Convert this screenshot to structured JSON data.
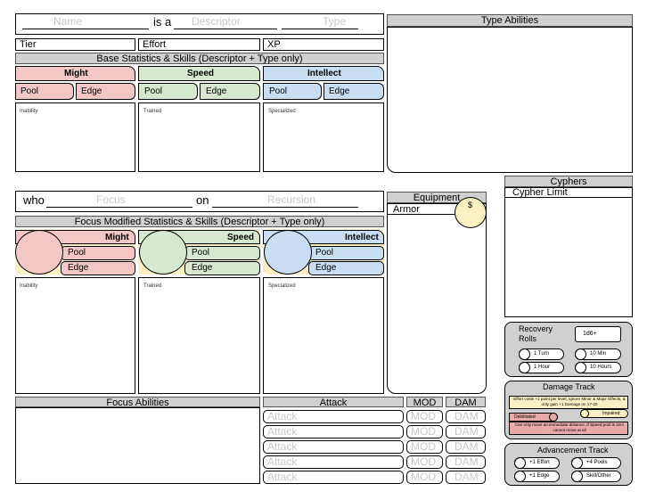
{
  "header": {
    "name_ph": "Name",
    "is_a": "is a",
    "descriptor_ph": "Descriptor",
    "type_ph": "Type"
  },
  "type_abilities": {
    "title": "Type Abilities"
  },
  "info": {
    "tier": "Tier",
    "effort": "Effort",
    "xp": "XP"
  },
  "base": {
    "title": "Base Statistics & Skills (Descriptor + Type only)",
    "might": "Might",
    "speed": "Speed",
    "intellect": "Intellect",
    "pool": "Pool",
    "edge": "Edge",
    "inability": "Inability",
    "trained": "Trained",
    "specialized": "Specialized"
  },
  "focus_header": {
    "who": "who",
    "focus_ph": "Focus",
    "on": "on",
    "recursion_ph": "Recursion"
  },
  "focus_stats": {
    "title": "Focus Modified Statistics & Skills (Descriptor + Type only)",
    "might": "Might",
    "speed": "Speed",
    "intellect": "Intellect",
    "pool": "Pool",
    "edge": "Edge",
    "inability": "Inability",
    "trained": "Trained",
    "specialized": "Specialized"
  },
  "equipment": {
    "title": "Equipment",
    "armor": "Armor",
    "money_icon": "$"
  },
  "cyphers": {
    "title": "Cyphers",
    "limit": "Cypher Limit"
  },
  "recovery": {
    "title": "Recovery Rolls",
    "dice": "1d6+",
    "turn": "1 Turn",
    "ten_min": "10 Min",
    "hour": "1 Hour",
    "ten_hours": "10 Hours"
  },
  "damage": {
    "title": "Damage Track",
    "impaired_desc": "Effort costs +1 point per level, Ignore Minor & Major Effects, & only gain +1 Damage on 17-20",
    "impaired": "Impaired",
    "debilitated": "Debilitated",
    "debilitated_desc": "Can only move an immediate distance. If Speed pool is zero cannot move at all"
  },
  "advancement": {
    "title": "Advancement Track",
    "effort": "+1 Effort",
    "pools": "+4 Pools",
    "edge": "+1 Edge",
    "skill": "Skill/Other"
  },
  "focus_abilities": {
    "title": "Focus Abilities"
  },
  "attacks": {
    "title": "Attack",
    "mod": "MOD",
    "dam": "DAM",
    "rows": [
      "Attack",
      "Attack",
      "Attack",
      "Attack",
      "Attack"
    ],
    "mod_ph": "MOD",
    "dam_ph": "DAM"
  },
  "colors": {
    "might": "#f4c7c7",
    "speed": "#d6e8cf",
    "intellect": "#c9def2",
    "yellow": "#fbf0c4",
    "pink": "#e8a9a9"
  }
}
